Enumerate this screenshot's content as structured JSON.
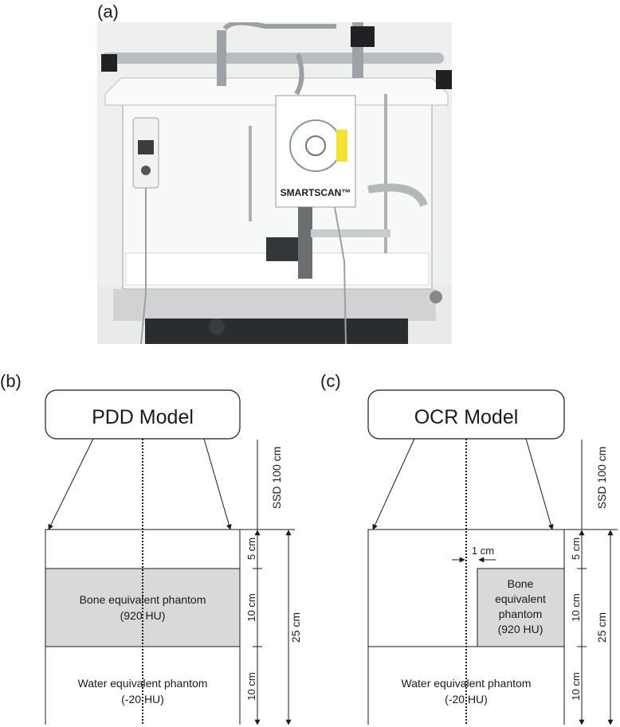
{
  "panels": {
    "a": {
      "label": "(a)",
      "device_text": "SMARTSCAN™"
    },
    "b": {
      "label": "(b)",
      "model_title": "PDD Model",
      "bone_line1": "Bone equivalent phantom",
      "bone_line2": "(920 HU)",
      "water_line1": "Water equivalent phantom",
      "water_line2": "(-20 HU)",
      "ssd": "SSD 100 cm",
      "dim_top": "5 cm",
      "dim_mid": "10 cm",
      "dim_bot": "10 cm",
      "dim_total": "25 cm"
    },
    "c": {
      "label": "(c)",
      "model_title": "OCR Model",
      "offset": "1 cm",
      "bone_line1": "Bone",
      "bone_line2": "equivalent",
      "bone_line3": "phantom",
      "bone_line4": "(920 HU)",
      "water_line1": "Water equivalent phantom",
      "water_line2": "(-20 HU)",
      "ssd": "SSD 100 cm",
      "dim_top": "5 cm",
      "dim_mid": "10 cm",
      "dim_bot": "10 cm",
      "dim_total": "25 cm"
    }
  },
  "colors": {
    "bone_fill": "#d9d9d9",
    "frame": "#b9bcc0",
    "water_base": "#f4f4f0"
  }
}
